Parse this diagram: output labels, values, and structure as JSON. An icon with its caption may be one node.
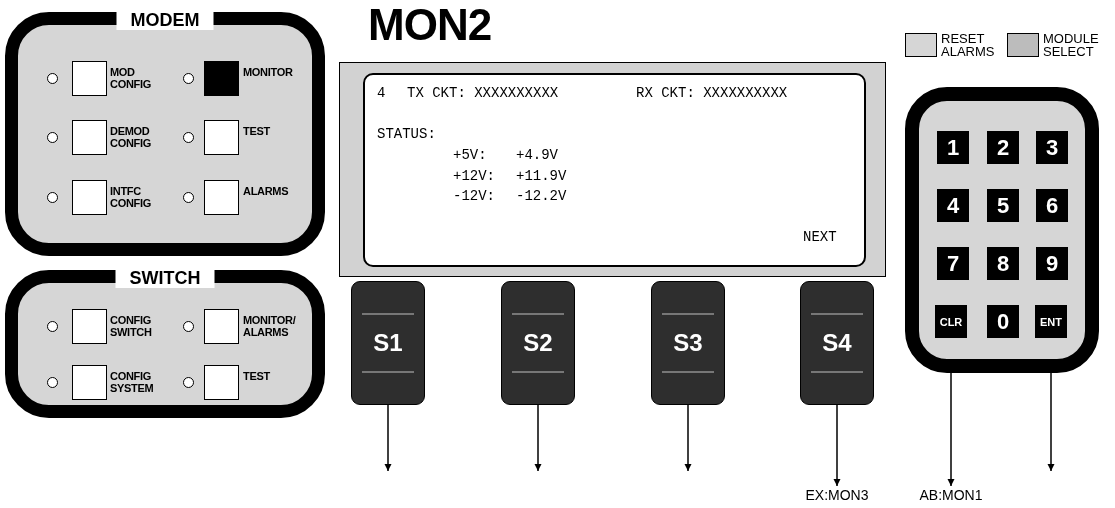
{
  "diagram": {
    "title": "MON2",
    "nodes": [
      {
        "text": [
          "MODEM"
        ]
      },
      {
        "text": [],
        "shape": "box",
        "beside": [
          "MOD CONFIG"
        ],
        "in": 0
      },
      {
        "text": [],
        "shape": "box",
        "beside": [
          "MONITOR"
        ],
        "in": 0
      },
      {
        "text": [],
        "shape": "box",
        "beside": [
          "DEMOD CONFIG"
        ],
        "in": 0
      },
      {
        "text": [],
        "shape": "box",
        "beside": [
          "TEST"
        ],
        "in": 0
      },
      {
        "text": [],
        "shape": "box",
        "beside": [
          "INTFC CONFIG"
        ],
        "in": 0
      },
      {
        "text": [],
        "shape": "box",
        "beside": [
          "ALARMS"
        ],
        "in": 0
      },
      {
        "text": [
          "SWITCH"
        ]
      },
      {
        "text": [],
        "shape": "box",
        "beside": [
          "CONFIG SWITCH"
        ],
        "in": 7
      },
      {
        "text": [],
        "shape": "box",
        "beside": [
          "MONITOR/ ALARMS"
        ],
        "in": 7
      },
      {
        "text": [],
        "shape": "box",
        "beside": [
          "CONFIG SYSTEM"
        ],
        "in": 7
      },
      {
        "text": [],
        "shape": "box",
        "beside": [
          "TEST"
        ],
        "in": 7
      },
      {
        "text": [
          "4",
          "TX CKT: XXXXXXXXXX",
          "RX CKT: XXXXXXXXXX",
          "STATUS:",
          "+5V:",
          "+4.9V",
          "+12V:",
          "+11.9V",
          "-12V:",
          "-12.2V",
          "NEXT"
        ]
      },
      {
        "text": [
          "S1"
        ]
      },
      {
        "text": [
          "S2"
        ]
      },
      {
        "text": [
          "S3"
        ]
      },
      {
        "text": [
          "S4"
        ]
      },
      {
        "text": [],
        "shape": "box"
      },
      {
        "text": [
          "1"
        ],
        "in": 17
      },
      {
        "text": [
          "2"
        ],
        "in": 17
      },
      {
        "text": [
          "3"
        ],
        "in": 17
      },
      {
        "text": [
          "4"
        ],
        "in": 17
      },
      {
        "text": [
          "5"
        ],
        "in": 17
      },
      {
        "text": [
          "6"
        ],
        "in": 17
      },
      {
        "text": [
          "7"
        ],
        "in": 17
      },
      {
        "text": [
          "8"
        ],
        "in": 17
      },
      {
        "text": [
          "9"
        ],
        "in": 17
      },
      {
        "text": [
          "CLR"
        ],
        "in": 17
      },
      {
        "text": [
          "0"
        ],
        "in": 17
      },
      {
        "text": [
          "ENT"
        ],
        "in": 17
      },
      {
        "text": [
          "EX:MON3"
        ]
      },
      {
        "text": [
          "AB:MON1"
        ]
      }
    ],
    "edges": [
      {
        "from": 13,
        "to": null,
        "arrow": "to"
      },
      {
        "from": 14,
        "to": null,
        "arrow": "to"
      },
      {
        "from": 15,
        "to": null,
        "arrow": "to"
      },
      {
        "from": 16,
        "to": 30,
        "arrow": "to"
      },
      {
        "from": 27,
        "to": 31,
        "arrow": "to"
      },
      {
        "from": 29,
        "to": null,
        "arrow": "to"
      }
    ],
    "legend": [
      {
        "text": "RESET ALARMS",
        "color": "#d6d6d6"
      },
      {
        "text": "MODULE SELECT",
        "color": "#bcbcbc"
      }
    ]
  }
}
